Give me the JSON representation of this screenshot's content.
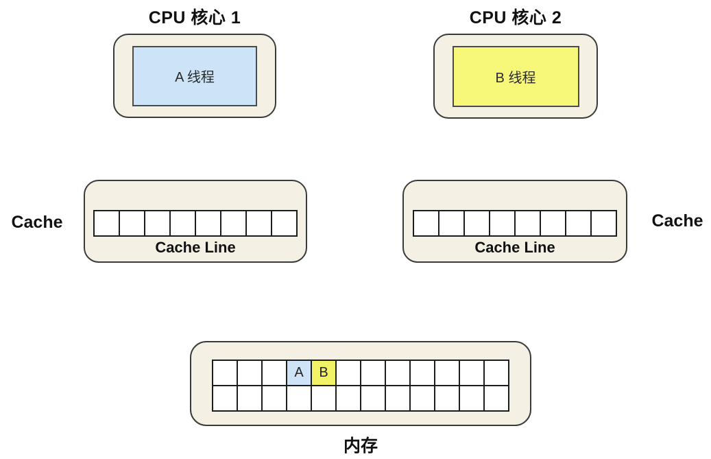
{
  "colors": {
    "container_fill": "#f4f1e4",
    "container_border": "#3a3a3a",
    "cell_border": "#1c1c1c",
    "thread_a_fill": "#cde4f8",
    "thread_b_fill": "#f7f77a",
    "mem_a_fill": "#cee3f7",
    "mem_b_fill": "#f1f266",
    "text": "#111111"
  },
  "cpu_cores": [
    {
      "title": "CPU 核心 1",
      "thread_label": "A 线程",
      "thread_fill": "blue"
    },
    {
      "title": "CPU 核心 2",
      "thread_label": "B 线程",
      "thread_fill": "yellow"
    }
  ],
  "caches": [
    {
      "side_label": "Cache",
      "label_position": "left",
      "cells": 8,
      "line_label": "Cache Line"
    },
    {
      "side_label": "Cache",
      "label_position": "right",
      "cells": 8,
      "line_label": "Cache Line"
    }
  ],
  "memory": {
    "label": "内存",
    "rows": 2,
    "columns": 12,
    "highlighted_cells": [
      {
        "row": 0,
        "column": 3,
        "label": "A",
        "fill": "blue"
      },
      {
        "row": 0,
        "column": 4,
        "label": "B",
        "fill": "yellow"
      }
    ]
  }
}
